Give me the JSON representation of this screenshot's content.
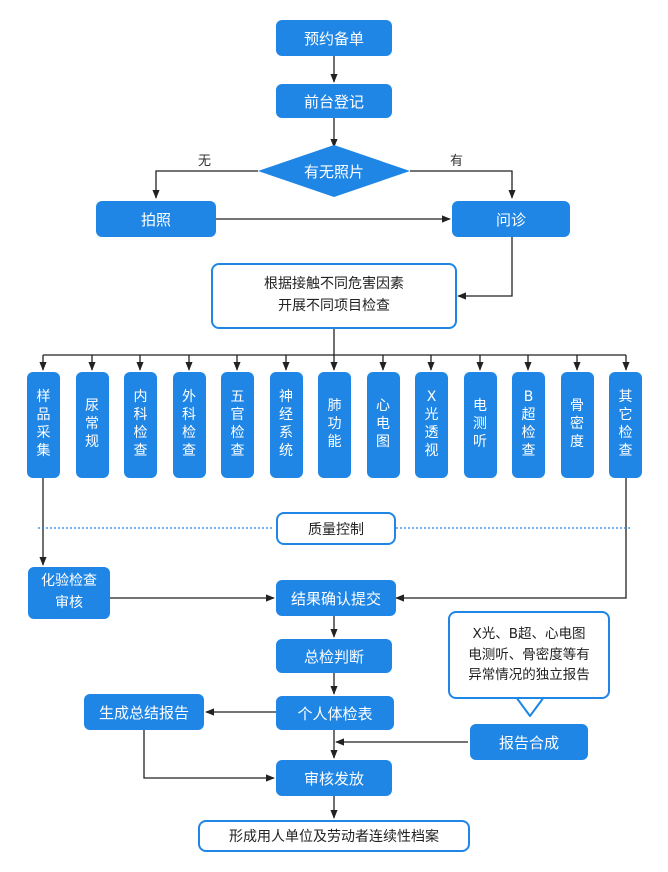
{
  "nodes": {
    "booking": "预约备单",
    "frontdesk": "前台登记",
    "decision": "有无照片",
    "photo": "拍照",
    "consult": "问诊",
    "plan": "根据接触不同危害因素\n开展不同项目检查",
    "quality": "质量控制",
    "lab_review": "化验检查\n审核",
    "confirm": "结果确认提交",
    "judge": "总检判断",
    "personal": "个人体检表",
    "summary": "生成总结报告",
    "report_merge": "报告合成",
    "release": "审核发放",
    "archive": "形成用人单位及劳动者连续性档案",
    "callout": "X光、B超、心电图\n电测听、骨密度等有\n异常情况的独立报告"
  },
  "edge_labels": {
    "no": "无",
    "yes": "有"
  },
  "columns": [
    "样品采集",
    "尿常规",
    "内科检查",
    "外科检查",
    "五官检查",
    "神经系统",
    "肺功能",
    "心电图",
    "X光透视",
    "电测听",
    "B超检查",
    "骨密度",
    "其它检查"
  ],
  "colors": {
    "primary": "#1f86e6",
    "line": "#222222",
    "dotted": "#1f86e6"
  }
}
